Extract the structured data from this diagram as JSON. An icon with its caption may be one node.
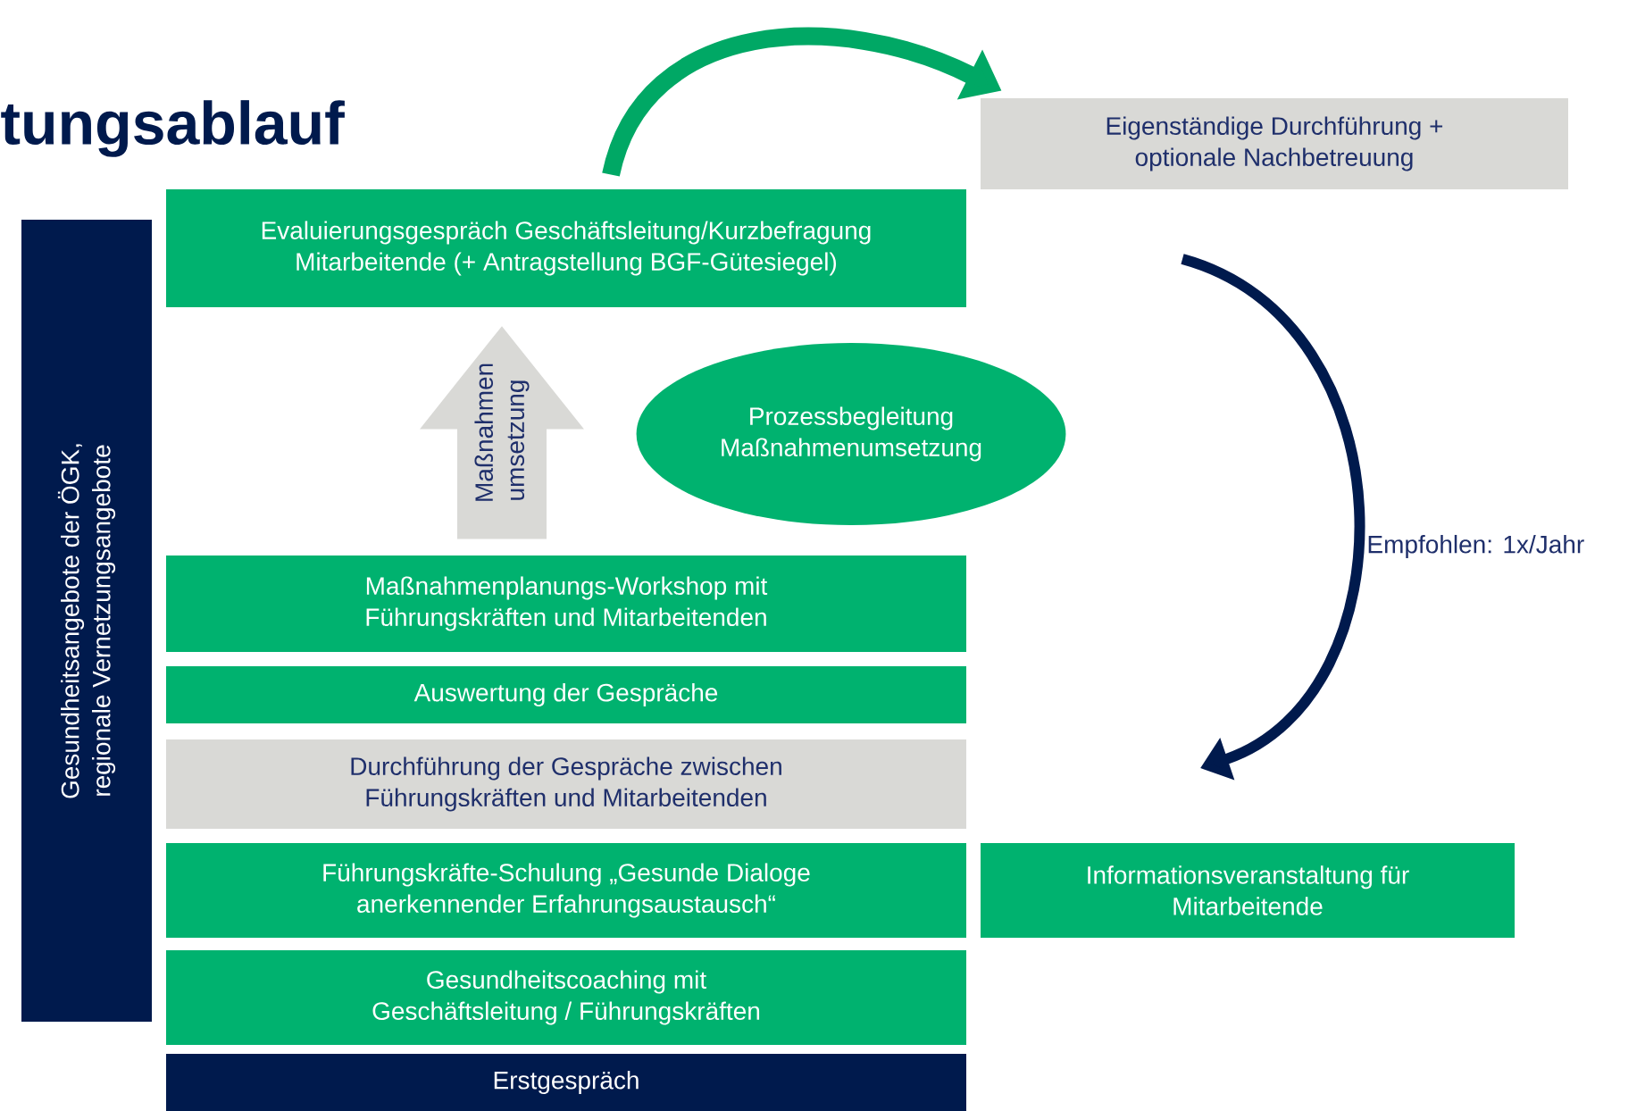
{
  "diagram": {
    "title": "tungsablauf",
    "nodes": [
      {
        "text": [
          "Gesundheitsangebote der ÖGK, regionale Vernetzungsangebote"
        ]
      },
      {
        "text": [
          "Evaluierungsgespräch Geschäftsleitung/Kurzbefragung Mitarbeitende (+ Antragstellung BGF-Gütesiegel)"
        ]
      },
      {
        "text": [
          "Eigenständige Durchführung + optionale Nachbetreuung"
        ]
      },
      {
        "text": [
          "Prozessbegleitung Maßnahmenumsetzung"
        ]
      },
      {
        "text": [
          "Maßnahmenplanungs-Workshop mit Führungskräften und Mitarbeitenden"
        ]
      },
      {
        "text": [
          "Auswertung der Gespräche"
        ]
      },
      {
        "text": [
          "Durchführung der Gespräche zwischen Führungskräften und Mitarbeitenden"
        ]
      },
      {
        "text": [
          "Führungskräfte-Schulung „Gesunde Dialoge anerkennender Erfahrungsaustausch“"
        ]
      },
      {
        "text": [
          "Informationsveranstaltung für Mitarbeitende"
        ]
      },
      {
        "text": [
          "Gesundheitscoaching mit Geschäftsleitung / Führungskräften"
        ]
      },
      {
        "text": [
          "Erstgespräch"
        ]
      }
    ],
    "edges": [
      {
        "from": 1,
        "to": 2,
        "arrow": "to",
        "color": "#00a865"
      },
      {
        "from": 4,
        "to": 1,
        "arrow": "to",
        "style": "thick",
        "color": "#d9d9d6",
        "label": "Maßnahmen umsetzung"
      }
    ],
    "labels": [
      "Empfohlen: 1x/Jahr"
    ]
  }
}
